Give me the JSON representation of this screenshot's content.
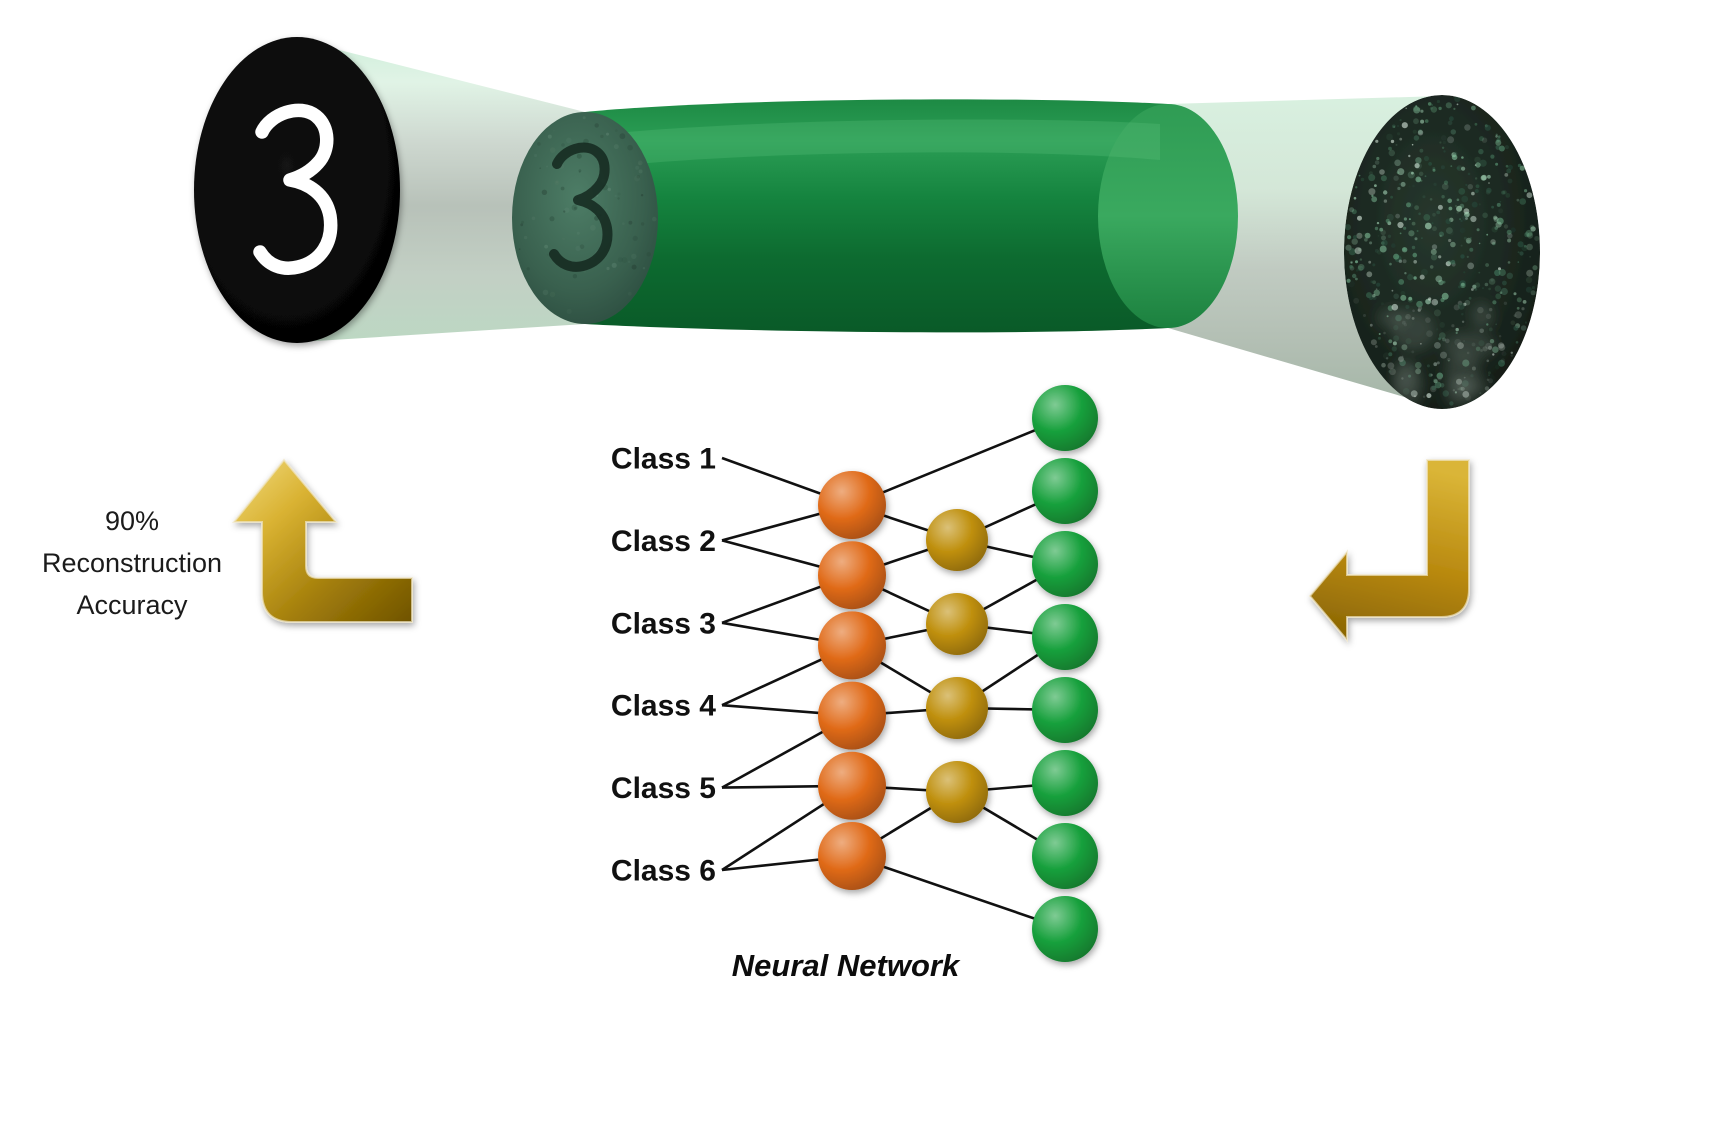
{
  "accuracy_label": {
    "line1": "90%",
    "line2": "Reconstruction",
    "line3": "Accuracy"
  },
  "fiber": {
    "input_digit": "3",
    "colors": {
      "input_disc": "#000000",
      "digit_color": "#FFFFFF",
      "fiber_green": "#0F7A35",
      "cone_light_green": "#CDEBD8",
      "cone_silver": "#BCC6BE",
      "speckle_dark": "#131E17"
    }
  },
  "arrows": {
    "color_dark": "#7E5E04",
    "color_light": "#F2DC80"
  },
  "nn": {
    "caption": "Neural Network",
    "class_labels": [
      "Class 1",
      "Class 2",
      "Class 3",
      "Class 4",
      "Class 5",
      "Class 6"
    ],
    "line_color": "#111111",
    "layers": [
      {
        "name": "hidden1",
        "count": 6,
        "color": "#E06A18"
      },
      {
        "name": "hidden2",
        "count": 4,
        "color": "#BE8E0A"
      },
      {
        "name": "output",
        "count": 8,
        "color": "#17A03C"
      }
    ]
  }
}
